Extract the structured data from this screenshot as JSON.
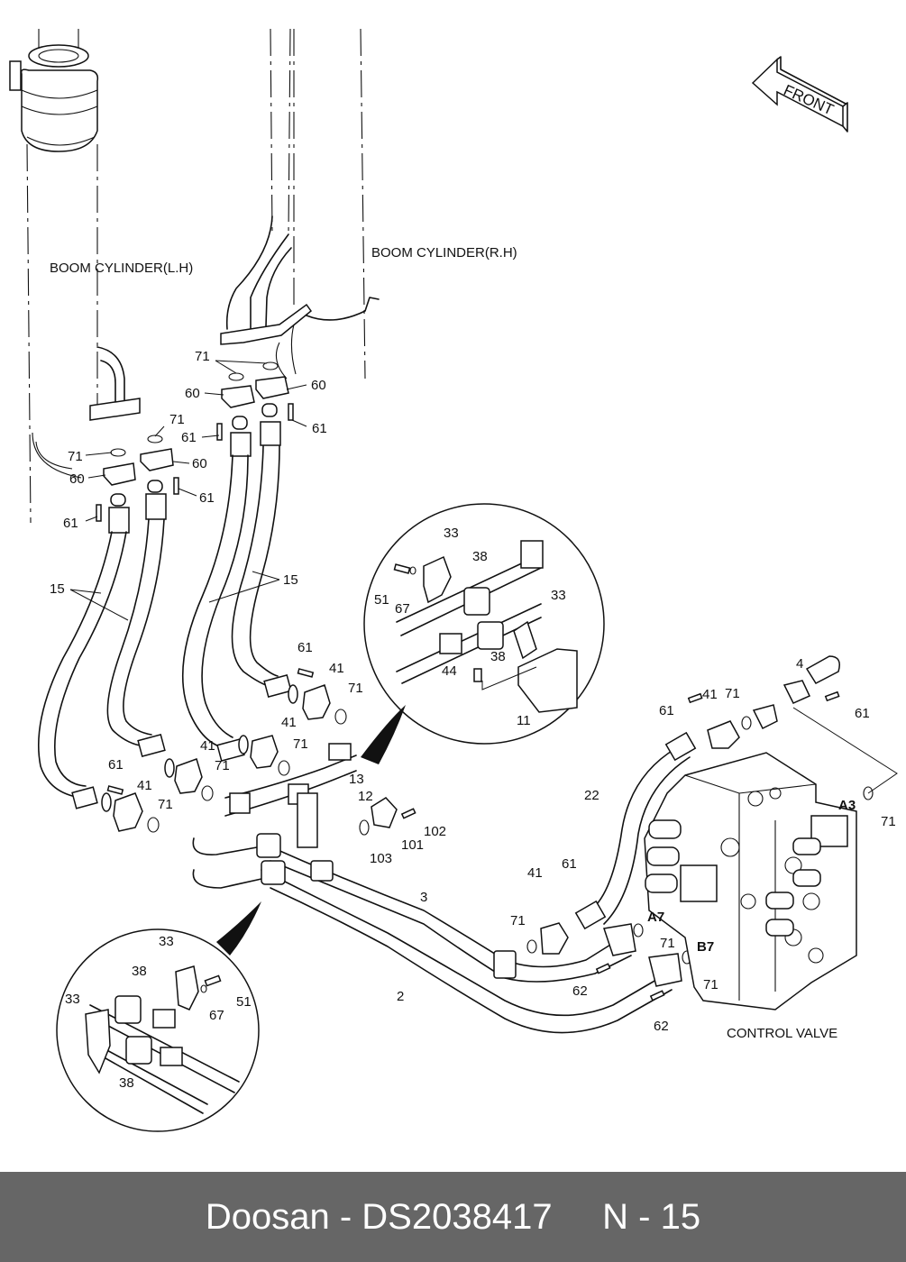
{
  "diagram": {
    "type": "exploded-parts-diagram",
    "orientation_label": "FRONT",
    "assembly_labels": {
      "boom_cylinder_lh": "BOOM CYLINDER(L.H)",
      "boom_cylinder_rh": "BOOM CYLINDER(R.H)",
      "control_valve": "CONTROL VALVE"
    },
    "port_labels": {
      "a3": "A3",
      "a7": "A7",
      "b7": "B7"
    },
    "callouts": [
      {
        "id": "c71a",
        "num": "71"
      },
      {
        "id": "c60a",
        "num": "60"
      },
      {
        "id": "c60b",
        "num": "60"
      },
      {
        "id": "c61a",
        "num": "61"
      },
      {
        "id": "c61b",
        "num": "61"
      },
      {
        "id": "c71b",
        "num": "71"
      },
      {
        "id": "c71c",
        "num": "71"
      },
      {
        "id": "c60c",
        "num": "60"
      },
      {
        "id": "c60d",
        "num": "60"
      },
      {
        "id": "c61c",
        "num": "61"
      },
      {
        "id": "c61d",
        "num": "61"
      },
      {
        "id": "c15a",
        "num": "15"
      },
      {
        "id": "c15b",
        "num": "15"
      },
      {
        "id": "c61e",
        "num": "61"
      },
      {
        "id": "c41a",
        "num": "41"
      },
      {
        "id": "c71d",
        "num": "71"
      },
      {
        "id": "c41b",
        "num": "41"
      },
      {
        "id": "c71e",
        "num": "71"
      },
      {
        "id": "c41c",
        "num": "41"
      },
      {
        "id": "c71f",
        "num": "71"
      },
      {
        "id": "c61f",
        "num": "61"
      },
      {
        "id": "c41d",
        "num": "41"
      },
      {
        "id": "c71g",
        "num": "71"
      },
      {
        "id": "c13",
        "num": "13"
      },
      {
        "id": "c12",
        "num": "12"
      },
      {
        "id": "c102",
        "num": "102"
      },
      {
        "id": "c101",
        "num": "101"
      },
      {
        "id": "c103",
        "num": "103"
      },
      {
        "id": "c3",
        "num": "3"
      },
      {
        "id": "c2",
        "num": "2"
      },
      {
        "id": "c33a",
        "num": "33"
      },
      {
        "id": "c38a",
        "num": "38"
      },
      {
        "id": "c51a",
        "num": "51"
      },
      {
        "id": "c67a",
        "num": "67"
      },
      {
        "id": "c33b",
        "num": "33"
      },
      {
        "id": "c38b",
        "num": "38"
      },
      {
        "id": "c44",
        "num": "44"
      },
      {
        "id": "c11",
        "num": "11"
      },
      {
        "id": "c4",
        "num": "4"
      },
      {
        "id": "c41e",
        "num": "41"
      },
      {
        "id": "c71h",
        "num": "71"
      },
      {
        "id": "c61g",
        "num": "61"
      },
      {
        "id": "c61h",
        "num": "61"
      },
      {
        "id": "c22",
        "num": "22"
      },
      {
        "id": "c71i",
        "num": "71"
      },
      {
        "id": "c61i",
        "num": "61"
      },
      {
        "id": "c41f",
        "num": "41"
      },
      {
        "id": "c71j",
        "num": "71"
      },
      {
        "id": "c71k",
        "num": "71"
      },
      {
        "id": "c71l",
        "num": "71"
      },
      {
        "id": "c62a",
        "num": "62"
      },
      {
        "id": "c62b",
        "num": "62"
      },
      {
        "id": "c33c",
        "num": "33"
      },
      {
        "id": "c38c",
        "num": "38"
      },
      {
        "id": "c51b",
        "num": "51"
      },
      {
        "id": "c67b",
        "num": "67"
      },
      {
        "id": "c33d",
        "num": "33"
      },
      {
        "id": "c38d",
        "num": "38"
      }
    ]
  },
  "footer": {
    "brand": "Doosan",
    "separator": " - ",
    "part_number": "DS2038417",
    "section": "N - 15"
  }
}
